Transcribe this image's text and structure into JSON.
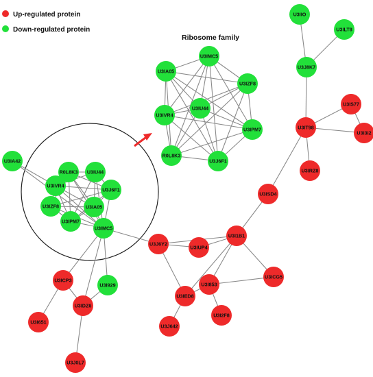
{
  "legend": {
    "up_label": "Up-regulated protein",
    "down_label": "Down-regulated protein"
  },
  "ribosome_title": "Ribosome family",
  "colors": {
    "up": "#ee2a2a",
    "down": "#22e03a",
    "edge": "#8a8a8a",
    "arrow": "#ee2a2a",
    "circle": "#222222"
  },
  "nodes": [
    {
      "id": "U3IIO",
      "label": "U3IIO",
      "type": "down"
    },
    {
      "id": "U3ILT8",
      "label": "U3ILT8",
      "type": "down"
    },
    {
      "id": "U3J8K7",
      "label": "U3J8K7",
      "type": "down"
    },
    {
      "id": "U3IS77",
      "label": "U3IS77",
      "type": "up"
    },
    {
      "id": "U3IT98",
      "label": "U3IT98",
      "type": "up"
    },
    {
      "id": "U3I3I2",
      "label": "U3I3I2",
      "type": "up"
    },
    {
      "id": "U3IRZ8",
      "label": "U3IRZ8",
      "type": "up"
    },
    {
      "id": "U3ISD4",
      "label": "U3ISD4",
      "type": "up"
    },
    {
      "id": "U3I1B1",
      "label": "U3I1B1",
      "type": "up"
    },
    {
      "id": "U3IUP4",
      "label": "U3IUP4",
      "type": "up"
    },
    {
      "id": "U3J6Y2",
      "label": "U3J6Y2",
      "type": "up"
    },
    {
      "id": "U3ICG5",
      "label": "U3ICG5",
      "type": "up"
    },
    {
      "id": "U3I853",
      "label": "U3I853",
      "type": "up"
    },
    {
      "id": "U3IED8",
      "label": "U3IED8",
      "type": "up"
    },
    {
      "id": "U3I2F8",
      "label": "U3I2F8",
      "type": "up"
    },
    {
      "id": "U3J642",
      "label": "U3J642",
      "type": "up"
    },
    {
      "id": "U3ICP3",
      "label": "U3ICP3",
      "type": "up"
    },
    {
      "id": "U3I929",
      "label": "U3I929",
      "type": "down"
    },
    {
      "id": "U3IDZ6",
      "label": "U3IDZ6",
      "type": "up"
    },
    {
      "id": "U3I651",
      "label": "U3I651",
      "type": "up"
    },
    {
      "id": "U3J0L7",
      "label": "U3J0L7",
      "type": "up"
    },
    {
      "id": "U3IA42",
      "label": "U3IA42",
      "type": "down"
    },
    {
      "id": "c_R0L8K3",
      "label": "R0L8K3",
      "type": "down"
    },
    {
      "id": "c_U3IU44",
      "label": "U3IU44",
      "type": "down"
    },
    {
      "id": "c_U3IVR4",
      "label": "U3IVR4",
      "type": "down"
    },
    {
      "id": "c_U3J6F1",
      "label": "U3J6F1",
      "type": "down"
    },
    {
      "id": "c_U3IZF8",
      "label": "U3IZF8",
      "type": "down"
    },
    {
      "id": "c_U3IA05",
      "label": "U3IA05",
      "type": "down"
    },
    {
      "id": "c_U3IPM7",
      "label": "U3IPM7",
      "type": "down"
    },
    {
      "id": "c_U3IMC5",
      "label": "U3IMC5",
      "type": "down"
    },
    {
      "id": "r_U3IMC5",
      "label": "U3IMC5",
      "type": "down"
    },
    {
      "id": "r_U3IA05",
      "label": "U3IA05",
      "type": "down"
    },
    {
      "id": "r_U3IZF8",
      "label": "U3IZF8",
      "type": "down"
    },
    {
      "id": "r_U3IU44",
      "label": "U3IU44",
      "type": "down"
    },
    {
      "id": "r_U3IVR4",
      "label": "U3IVR4",
      "type": "down"
    },
    {
      "id": "r_U3IPM7",
      "label": "U3IPM7",
      "type": "down"
    },
    {
      "id": "r_R0L8K3",
      "label": "R0L8K3",
      "type": "down"
    },
    {
      "id": "r_U3J6F1",
      "label": "U3J6F1",
      "type": "down"
    }
  ],
  "edges": [
    [
      "U3IIO",
      "U3J8K7"
    ],
    [
      "U3ILT8",
      "U3J8K7"
    ],
    [
      "U3J8K7",
      "U3IT98"
    ],
    [
      "U3IT98",
      "U3IS77"
    ],
    [
      "U3IT98",
      "U3I3I2"
    ],
    [
      "U3IS77",
      "U3I3I2"
    ],
    [
      "U3IT98",
      "U3IRZ8"
    ],
    [
      "U3IT98",
      "U3ISD4"
    ],
    [
      "U3ISD4",
      "U3I1B1"
    ],
    [
      "U3I1B1",
      "U3IUP4"
    ],
    [
      "U3I1B1",
      "U3J6Y2"
    ],
    [
      "U3I1B1",
      "U3I853"
    ],
    [
      "U3I1B1",
      "U3IED8"
    ],
    [
      "U3I1B1",
      "U3ICG5"
    ],
    [
      "U3ICG5",
      "U3I853"
    ],
    [
      "U3I853",
      "U3IED8"
    ],
    [
      "U3I853",
      "U3I2F8"
    ],
    [
      "U3IED8",
      "U3J642"
    ],
    [
      "U3J6Y2",
      "U3IUP4"
    ],
    [
      "U3J6Y2",
      "U3IED8"
    ],
    [
      "U3J6Y2",
      "c_U3IMC5"
    ],
    [
      "c_U3IMC5",
      "U3ICP3"
    ],
    [
      "c_U3IMC5",
      "U3I929"
    ],
    [
      "c_U3IMC5",
      "U3IDZ6"
    ],
    [
      "U3ICP3",
      "U3IDZ6"
    ],
    [
      "U3ICP3",
      "U3I651"
    ],
    [
      "U3I929",
      "U3IDZ6"
    ],
    [
      "U3IDZ6",
      "U3J0L7"
    ],
    [
      "U3IA42",
      "c_U3IVR4"
    ],
    [
      "U3IA42",
      "c_U3IMC5"
    ],
    [
      "c_R0L8K3",
      "c_U3IU44"
    ],
    [
      "c_R0L8K3",
      "c_U3IVR4"
    ],
    [
      "c_R0L8K3",
      "c_U3J6F1"
    ],
    [
      "c_R0L8K3",
      "c_U3IZF8"
    ],
    [
      "c_R0L8K3",
      "c_U3IA05"
    ],
    [
      "c_R0L8K3",
      "c_U3IPM7"
    ],
    [
      "c_R0L8K3",
      "c_U3IMC5"
    ],
    [
      "c_U3IU44",
      "c_U3IVR4"
    ],
    [
      "c_U3IU44",
      "c_U3J6F1"
    ],
    [
      "c_U3IU44",
      "c_U3IA05"
    ],
    [
      "c_U3IU44",
      "c_U3IPM7"
    ],
    [
      "c_U3IU44",
      "c_U3IMC5"
    ],
    [
      "c_U3IVR4",
      "c_U3IZF8"
    ],
    [
      "c_U3IVR4",
      "c_U3IA05"
    ],
    [
      "c_U3IVR4",
      "c_U3IPM7"
    ],
    [
      "c_U3IVR4",
      "c_U3J6F1"
    ],
    [
      "c_U3IVR4",
      "c_U3IMC5"
    ],
    [
      "c_U3J6F1",
      "c_U3IA05"
    ],
    [
      "c_U3J6F1",
      "c_U3IPM7"
    ],
    [
      "c_U3J6F1",
      "c_U3IMC5"
    ],
    [
      "c_U3J6F1",
      "c_U3IZF8"
    ],
    [
      "c_U3IZF8",
      "c_U3IA05"
    ],
    [
      "c_U3IZF8",
      "c_U3IPM7"
    ],
    [
      "c_U3IZF8",
      "c_U3IMC5"
    ],
    [
      "c_U3IA05",
      "c_U3IPM7"
    ],
    [
      "c_U3IA05",
      "c_U3IMC5"
    ],
    [
      "c_U3IPM7",
      "c_U3IMC5"
    ],
    [
      "r_U3IMC5",
      "r_U3IA05"
    ],
    [
      "r_U3IMC5",
      "r_U3IZF8"
    ],
    [
      "r_U3IMC5",
      "r_U3IU44"
    ],
    [
      "r_U3IMC5",
      "r_U3IVR4"
    ],
    [
      "r_U3IMC5",
      "r_U3IPM7"
    ],
    [
      "r_U3IMC5",
      "r_R0L8K3"
    ],
    [
      "r_U3IMC5",
      "r_U3J6F1"
    ],
    [
      "r_U3IA05",
      "r_U3IZF8"
    ],
    [
      "r_U3IA05",
      "r_U3IU44"
    ],
    [
      "r_U3IA05",
      "r_U3IVR4"
    ],
    [
      "r_U3IA05",
      "r_U3IPM7"
    ],
    [
      "r_U3IA05",
      "r_R0L8K3"
    ],
    [
      "r_U3IA05",
      "r_U3J6F1"
    ],
    [
      "r_U3IZF8",
      "r_U3IU44"
    ],
    [
      "r_U3IZF8",
      "r_U3IVR4"
    ],
    [
      "r_U3IZF8",
      "r_U3IPM7"
    ],
    [
      "r_U3IZF8",
      "r_R0L8K3"
    ],
    [
      "r_U3IZF8",
      "r_U3J6F1"
    ],
    [
      "r_U3IU44",
      "r_U3IVR4"
    ],
    [
      "r_U3IU44",
      "r_U3IPM7"
    ],
    [
      "r_U3IU44",
      "r_R0L8K3"
    ],
    [
      "r_U3IU44",
      "r_U3J6F1"
    ],
    [
      "r_U3IVR4",
      "r_U3IPM7"
    ],
    [
      "r_U3IVR4",
      "r_R0L8K3"
    ],
    [
      "r_U3IVR4",
      "r_U3J6F1"
    ],
    [
      "r_U3IPM7",
      "r_R0L8K3"
    ],
    [
      "r_U3IPM7",
      "r_U3J6F1"
    ],
    [
      "r_R0L8K3",
      "r_U3J6F1"
    ]
  ]
}
